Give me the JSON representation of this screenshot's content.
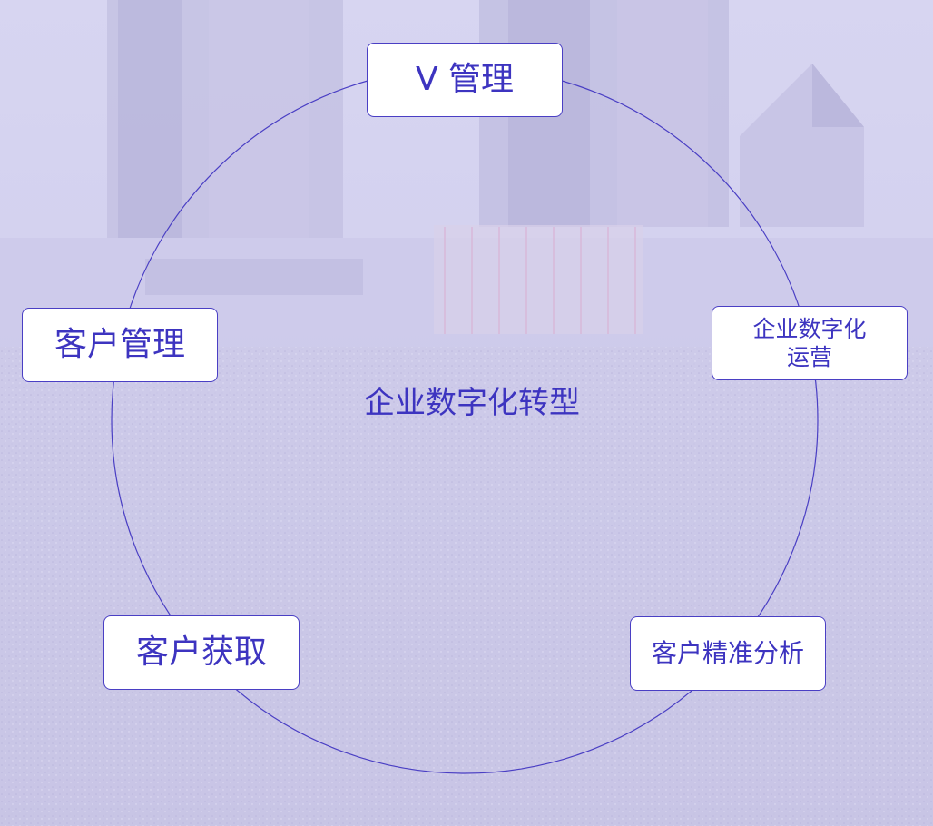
{
  "diagram": {
    "center_label": "企业数字化转型",
    "nodes": {
      "top": "V 管理",
      "left": "客户管理",
      "right": "企业数字化运营",
      "bottom_left": "客户获取",
      "bottom_right": "客户精准分析"
    }
  },
  "colors": {
    "accent": "#3d34c0",
    "ring": "#4a3fc4",
    "node_background": "#ffffff",
    "background": "#cfcdeb"
  }
}
